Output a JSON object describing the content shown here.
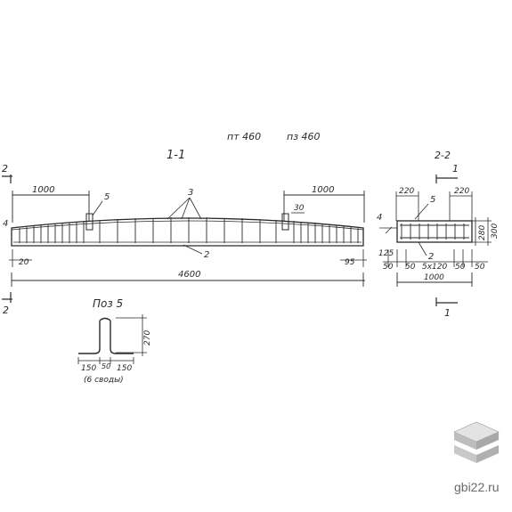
{
  "header": {
    "mark_1": "пт 460",
    "mark_2": "пз 460"
  },
  "section_1_1": {
    "title": "1-1",
    "cut_mark": "2",
    "dim_left": "1000",
    "dim_right": "1000",
    "dim_total": "4600",
    "dim_end_left": "20",
    "dim_end_right": "95",
    "dim_30": "30",
    "callout_3": "3",
    "callout_5": "5",
    "callout_2": "2",
    "callout_4": "4"
  },
  "section_2_2": {
    "title": "2-2",
    "cut_mark": "1",
    "dim_top_left": "220",
    "dim_top_right": "220",
    "dim_height_1": "280",
    "dim_height_2": "300",
    "dim_125": "125",
    "dim_bottom": [
      "50",
      "50",
      "5x120",
      "50",
      "50"
    ],
    "dim_total": "1000",
    "callout_5": "5",
    "callout_2": "2",
    "callout_4": "4"
  },
  "detail_pos5": {
    "title": "Поз 5",
    "dim_height": "270",
    "dim_left": "150",
    "dim_mid": "50",
    "dim_right": "150",
    "note": "(6 своды)"
  },
  "watermark": {
    "site": "gbi22.ru"
  }
}
